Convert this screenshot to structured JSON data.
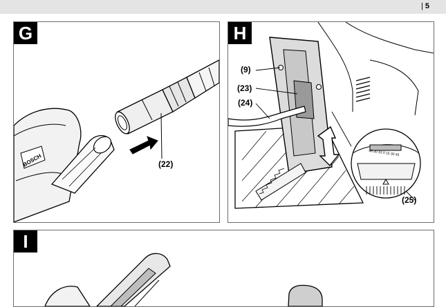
{
  "header": {
    "separator": "|",
    "page_number": "5"
  },
  "figures": {
    "g": {
      "letter": "G",
      "callouts": {
        "part_22": "(22)"
      },
      "brand_text": "BOSCH"
    },
    "h": {
      "letter": "H",
      "callouts": {
        "part_9": "(9)",
        "part_23": "(23)",
        "part_24": "(24)",
        "part_25": "(25)"
      },
      "scale_text": "45 30 15 0 15 30 45"
    },
    "i": {
      "letter": "I"
    }
  }
}
